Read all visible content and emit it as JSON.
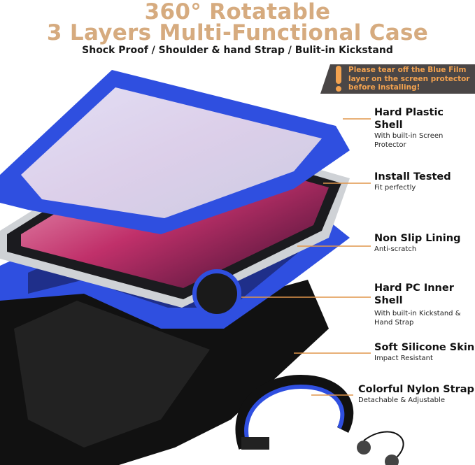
{
  "header": {
    "title_line1": "360° Rotatable",
    "title_line2": "3 Layers Multi-Functional Case",
    "subtitle": "Shock Proof / Shoulder & hand Strap / Bulit-in Kickstand"
  },
  "warning": {
    "icon": "exclamation-icon",
    "text": "Please tear off the Blue Film layer on the screen protector before installing!"
  },
  "features": [
    {
      "title": "Hard Plastic Shell",
      "desc": "With built-in Screen Protector"
    },
    {
      "title": "Install Tested",
      "desc": "Fit perfectly"
    },
    {
      "title": "Non Slip Lining",
      "desc": "Anti-scratch"
    },
    {
      "title": "Hard PC Inner Shell",
      "desc": "With built-in Kickstand & Hand Strap"
    },
    {
      "title": "Soft Silicone Skin",
      "desc": "Impact Resistant"
    },
    {
      "title": "Colorful Nylon Strap",
      "desc": "Detachable & Adjustable"
    }
  ],
  "colors": {
    "title": "#d6ab7f",
    "accent": "#f3a24f",
    "case_blue": "#2f4fe0",
    "case_black": "#111111",
    "leader": "#e0954a"
  }
}
